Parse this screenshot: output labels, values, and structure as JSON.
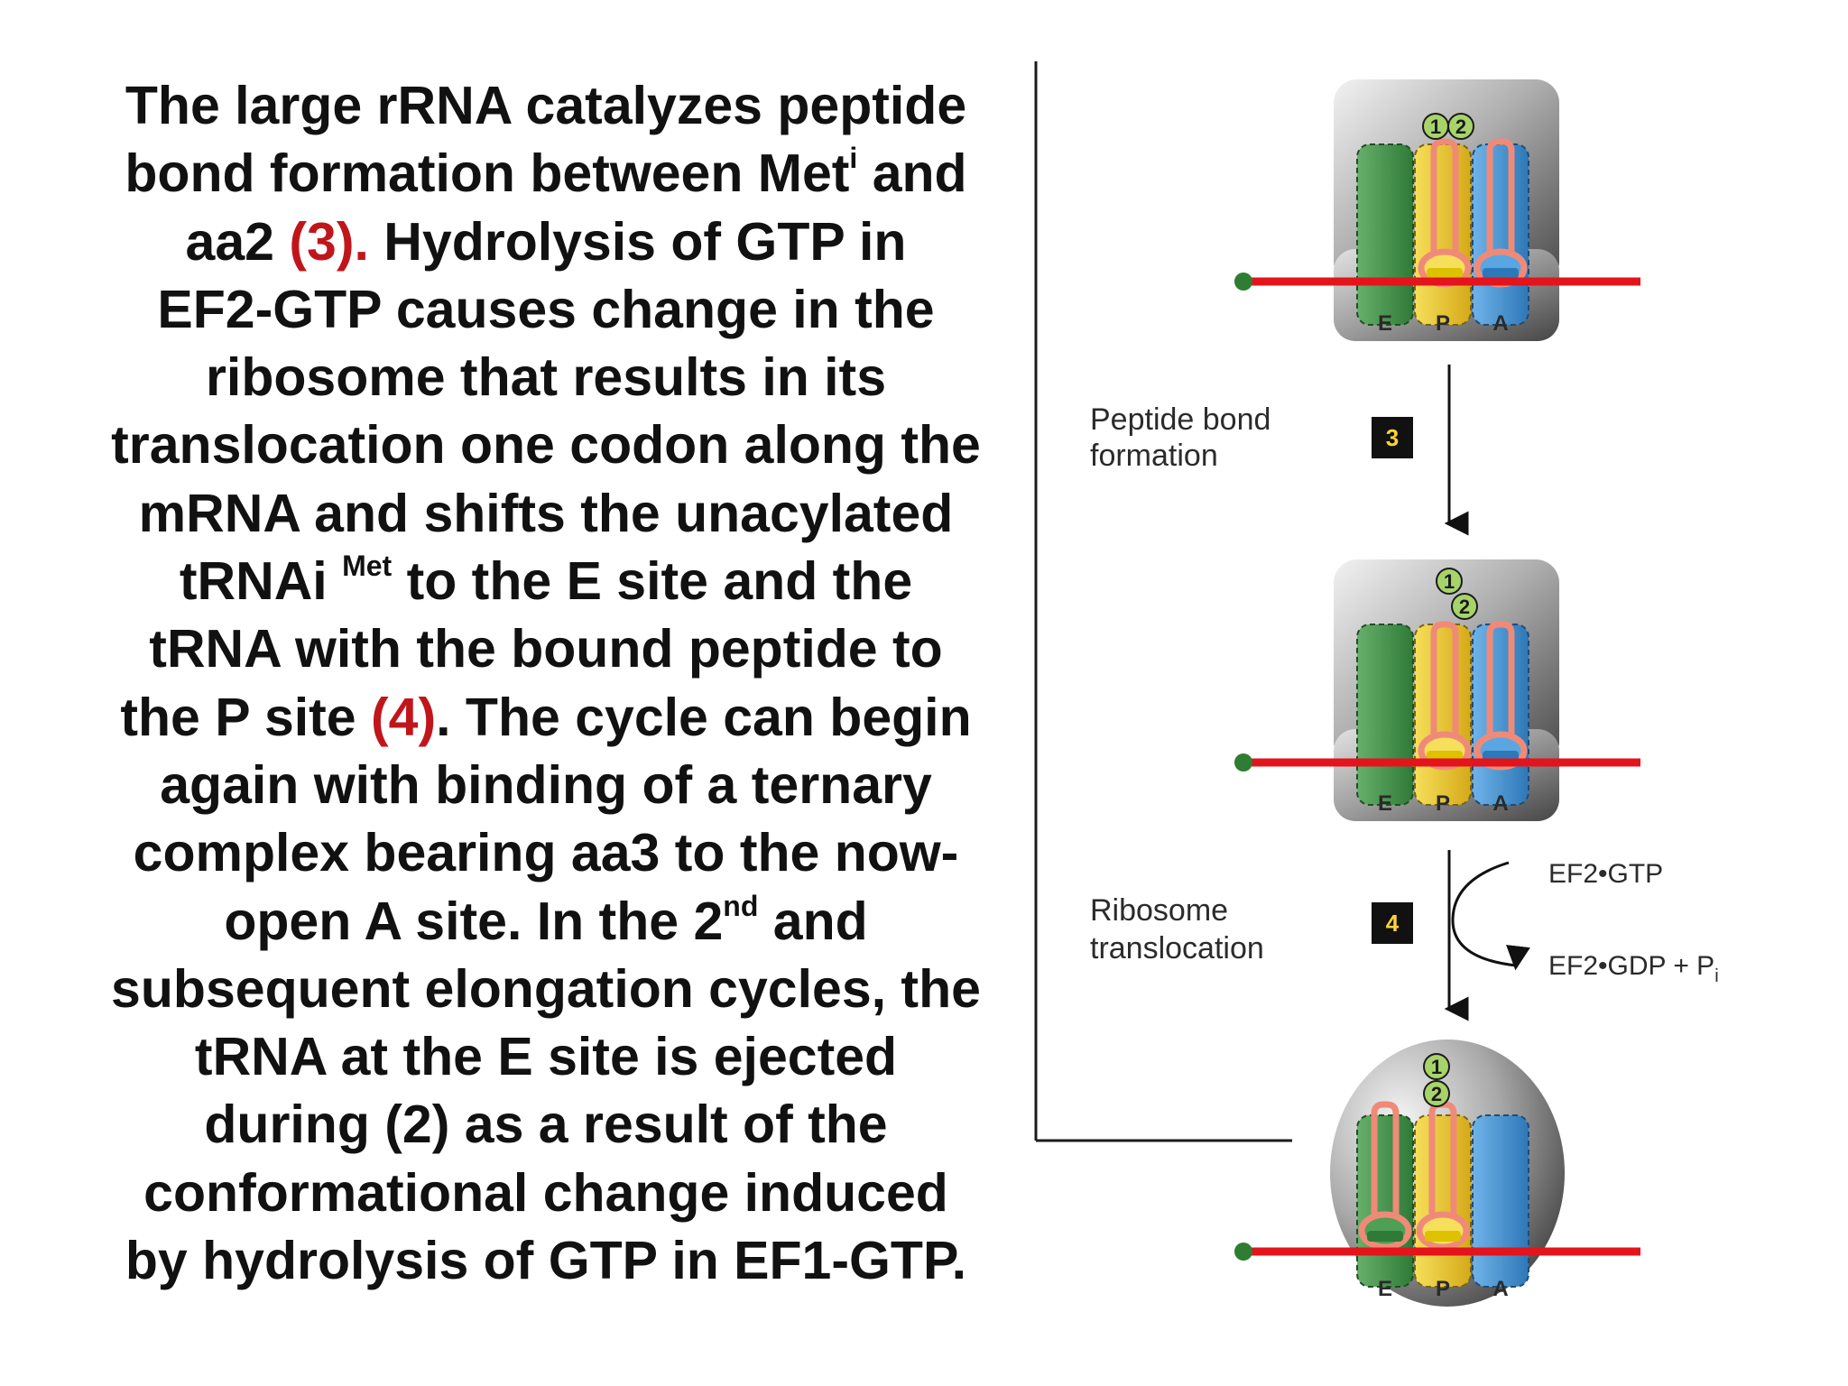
{
  "text": {
    "l1": "The large rRNA catalyzes peptide",
    "l2a": "bond formation between Met",
    "l2sup": "i",
    "l2b": " and",
    "l3a": "aa2 ",
    "l3red": "(3).",
    "l3b": " Hydrolysis of GTP in",
    "l4": "EF2-GTP causes change in the",
    "l5": "ribosome that results in its",
    "l6": "translocation one codon along the",
    "l7": "mRNA and shifts the unacylated",
    "l8a": "tRNAi ",
    "l8sup": "Met",
    "l8b": " to the E site and the",
    "l9": "tRNA with the bound peptide to",
    "l10a": "the P site ",
    "l10red": "(4)",
    "l10b": ". The cycle can begin",
    "l11": "again with binding of a ternary",
    "l12": "complex bearing aa3 to the now-",
    "l13a": "open A site. In the 2",
    "l13sup": "nd",
    "l13b": " and",
    "l14": "subsequent elongation cycles, the",
    "l15": "tRNA at the E site is ejected",
    "l16": "during (2) as a result of the",
    "l17": "conformational change induced",
    "l18": "by hydrolysis of GTP in EF1-GTP."
  },
  "diagram": {
    "site_e": "E",
    "site_p": "P",
    "site_a": "A",
    "aa1": "1",
    "aa2": "2",
    "step3_number": "3",
    "step3_label_1": "Peptide bond",
    "step3_label_2": "formation",
    "step4_number": "4",
    "step4_label_1": "Ribosome",
    "step4_label_2": "translocation",
    "step4_input": "EF2•GTP",
    "step4_output": "EF2•GDP + P",
    "step4_output_sub": "i"
  },
  "colors": {
    "red_text": "#c0161b",
    "mrna": "#e3141c",
    "trna": "#f08a78",
    "e_site": "#3f8f46",
    "p_site": "#e9c52c",
    "a_site": "#3f8fd0"
  }
}
